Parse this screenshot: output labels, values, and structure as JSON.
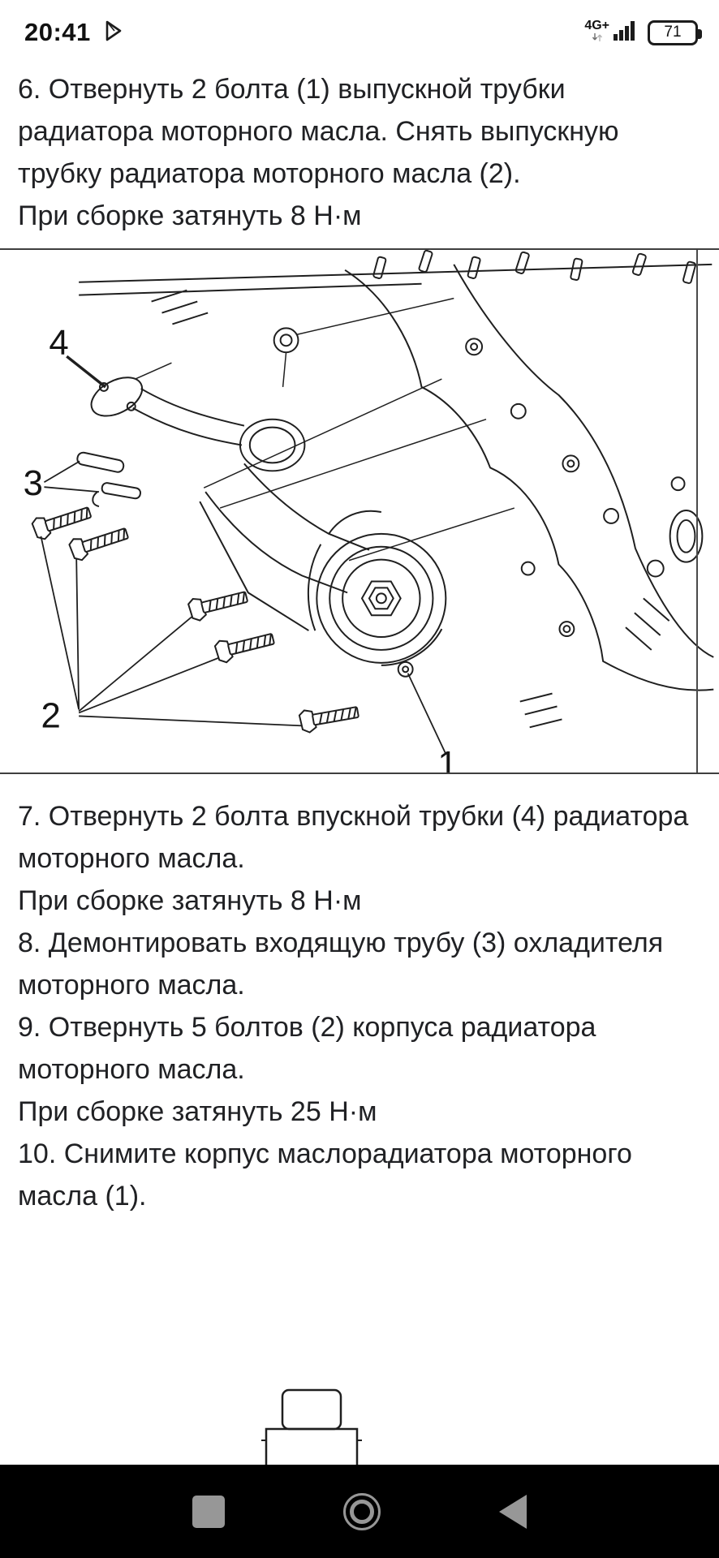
{
  "status_bar": {
    "time": "20:41",
    "network": "4G+",
    "battery": "71"
  },
  "doc": {
    "top": [
      "6. Отвернуть 2 болта (1) выпускной трубки радиатора моторного масла. Снять выпускную трубку радиатора моторного масла (2).",
      "При сборке затянуть 8 Н·м"
    ],
    "bottom": [
      "7. Отвернуть 2 болта впускной трубки (4) радиатора моторного масла.",
      "При сборке затянуть 8 Н·м",
      "8. Демонтировать входящую трубу (3) охладителя моторного масла.",
      "9. Отвернуть 5 болтов (2) корпуса радиатора моторного масла.",
      "При сборке затянуть 25 Н·м",
      "10. Снимите корпус маслорадиатора моторного масла (1)."
    ]
  },
  "figure": {
    "callouts": {
      "c1": "1",
      "c2": "2",
      "c3": "3",
      "c4": "4"
    }
  }
}
